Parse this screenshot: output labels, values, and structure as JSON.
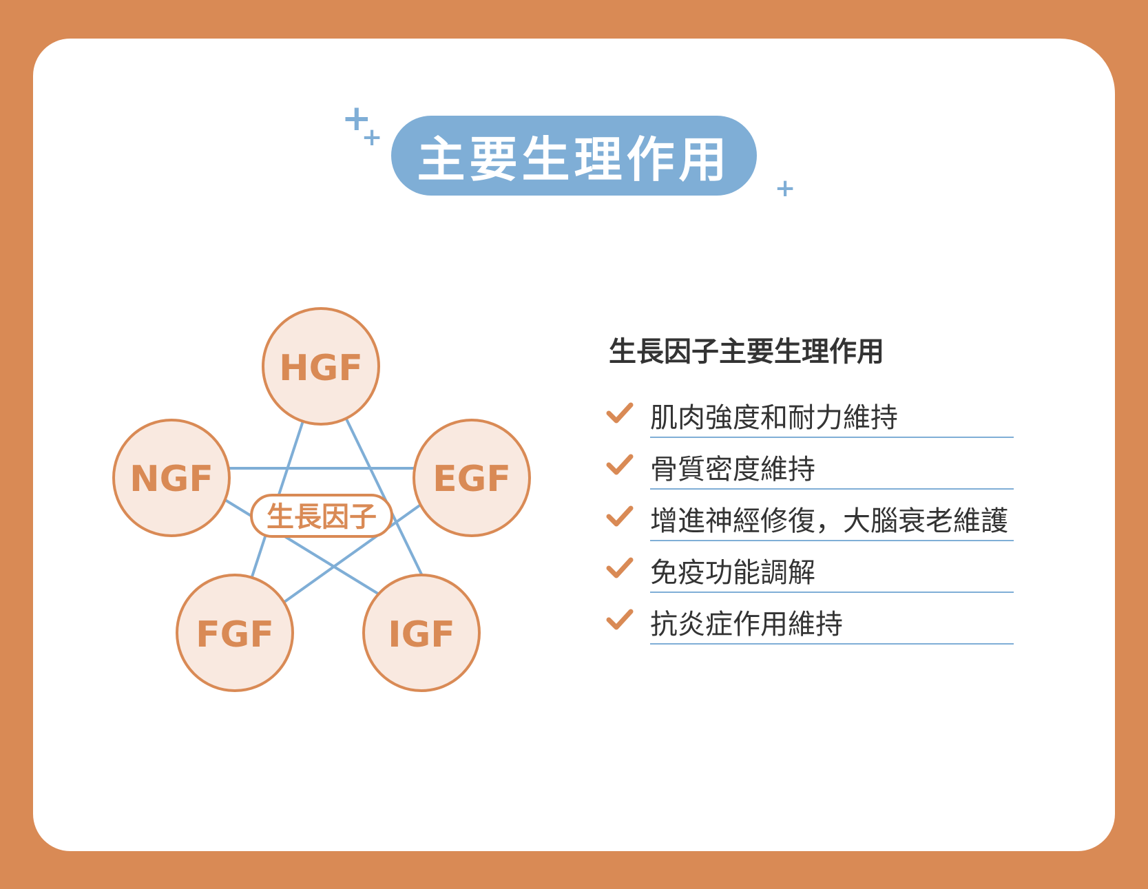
{
  "title": "主要生理作用",
  "colors": {
    "frame": "#D98A55",
    "accent_blue": "#7FAED6",
    "node_fill": "#F9E9E0",
    "node_stroke": "#D98A55",
    "text_dark": "#333333"
  },
  "decorations": {
    "plus": "+"
  },
  "diagram": {
    "center": "生長因子",
    "nodes": [
      {
        "id": "hgf",
        "label": "HGF"
      },
      {
        "id": "ngf",
        "label": "NGF"
      },
      {
        "id": "egf",
        "label": "EGF"
      },
      {
        "id": "fgf",
        "label": "FGF"
      },
      {
        "id": "igf",
        "label": "IGF"
      }
    ]
  },
  "list": {
    "heading": "生長因子主要生理作用",
    "check_icon": "check-icon",
    "items": [
      "肌肉強度和耐力維持",
      "骨質密度維持",
      "增進神經修復，大腦衰老維護",
      "免疫功能調解",
      "抗炎症作用維持"
    ]
  }
}
